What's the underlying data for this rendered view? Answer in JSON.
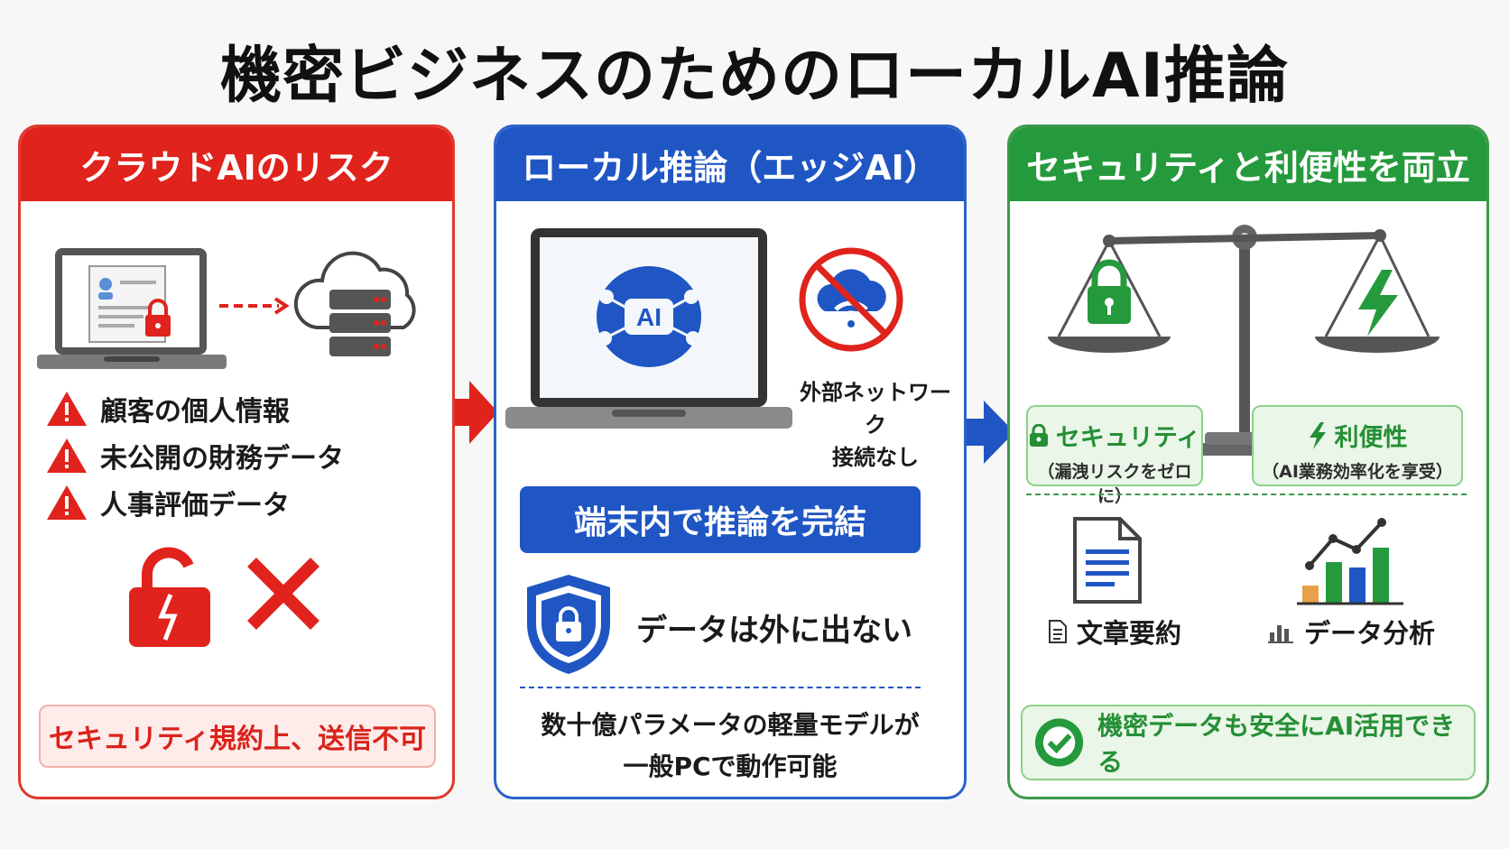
{
  "title": "機密ビジネスのためのローカルAI推論",
  "panels": {
    "cloud": {
      "header": "クラウドAIのリスク",
      "risks": [
        "顧客の個人情報",
        "未公開の財務データ",
        "人事評価データ"
      ],
      "note": "セキュリティ規約上、送信不可",
      "color": "#e0231c"
    },
    "local": {
      "header": "ローカル推論（エッジAI）",
      "chip_text": "AI",
      "no_network_label_1": "外部ネットワーク",
      "no_network_label_2": "接続なし",
      "bar": "端末内で推論を完結",
      "shield_text": "データは外に出ない",
      "bottom_1": "数十億パラメータの軽量モデルが",
      "bottom_2": "一般PCで動作可能",
      "color": "#1f56c4"
    },
    "balance": {
      "header": "セキュリティと利便性を両立",
      "security_title": "セキュリティ",
      "security_sub": "（漏洩リスクをゼロに）",
      "convenience_title": "利便性",
      "convenience_sub": "（AI業務効率化を享受）",
      "feature_doc": "文章要約",
      "feature_data": "データ分析",
      "conclusion": "機密データも安全にAI活用できる",
      "color": "#259a3c"
    }
  }
}
